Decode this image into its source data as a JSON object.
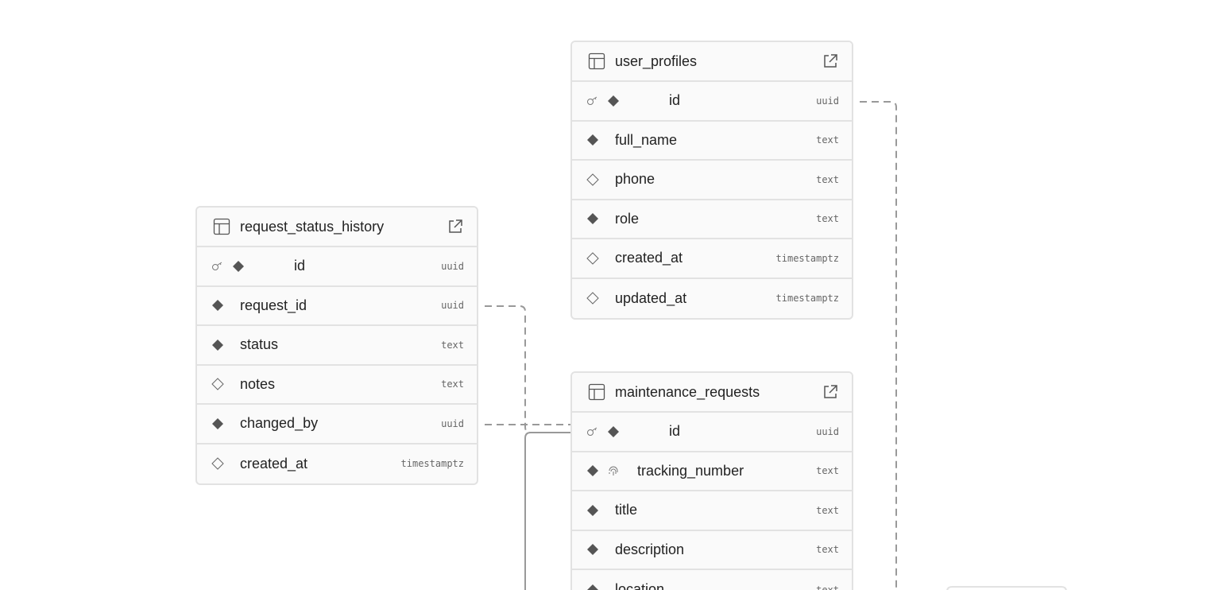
{
  "colors": {
    "card_bg": "#fafafa",
    "card_border": "#e2e2e2",
    "text": "#222222",
    "type_text": "#666666",
    "connector": "#999999",
    "icon": "#555555"
  },
  "tables": {
    "user_profiles": {
      "name": "user_profiles",
      "columns": [
        {
          "name": "id",
          "type": "uuid",
          "primary_key": true,
          "nullable": false
        },
        {
          "name": "full_name",
          "type": "text",
          "nullable": false
        },
        {
          "name": "phone",
          "type": "text",
          "nullable": true
        },
        {
          "name": "role",
          "type": "text",
          "nullable": false
        },
        {
          "name": "created_at",
          "type": "timestamptz",
          "nullable": true
        },
        {
          "name": "updated_at",
          "type": "timestamptz",
          "nullable": true
        }
      ]
    },
    "request_status_history": {
      "name": "request_status_history",
      "columns": [
        {
          "name": "id",
          "type": "uuid",
          "primary_key": true,
          "nullable": false
        },
        {
          "name": "request_id",
          "type": "uuid",
          "nullable": false
        },
        {
          "name": "status",
          "type": "text",
          "nullable": false
        },
        {
          "name": "notes",
          "type": "text",
          "nullable": true
        },
        {
          "name": "changed_by",
          "type": "uuid",
          "nullable": false
        },
        {
          "name": "created_at",
          "type": "timestamptz",
          "nullable": true
        }
      ]
    },
    "maintenance_requests": {
      "name": "maintenance_requests",
      "columns": [
        {
          "name": "id",
          "type": "uuid",
          "primary_key": true,
          "nullable": false
        },
        {
          "name": "tracking_number",
          "type": "text",
          "nullable": false,
          "unique": true
        },
        {
          "name": "title",
          "type": "text",
          "nullable": false
        },
        {
          "name": "description",
          "type": "text",
          "nullable": false
        },
        {
          "name": "location",
          "type": "text",
          "nullable": false
        }
      ]
    }
  },
  "icons": {
    "table": "table-icon",
    "open": "external-link-icon",
    "primary_key": "key-icon",
    "not_null": "filled-diamond-icon",
    "nullable": "hollow-diamond-icon",
    "unique": "fingerprint-icon"
  }
}
